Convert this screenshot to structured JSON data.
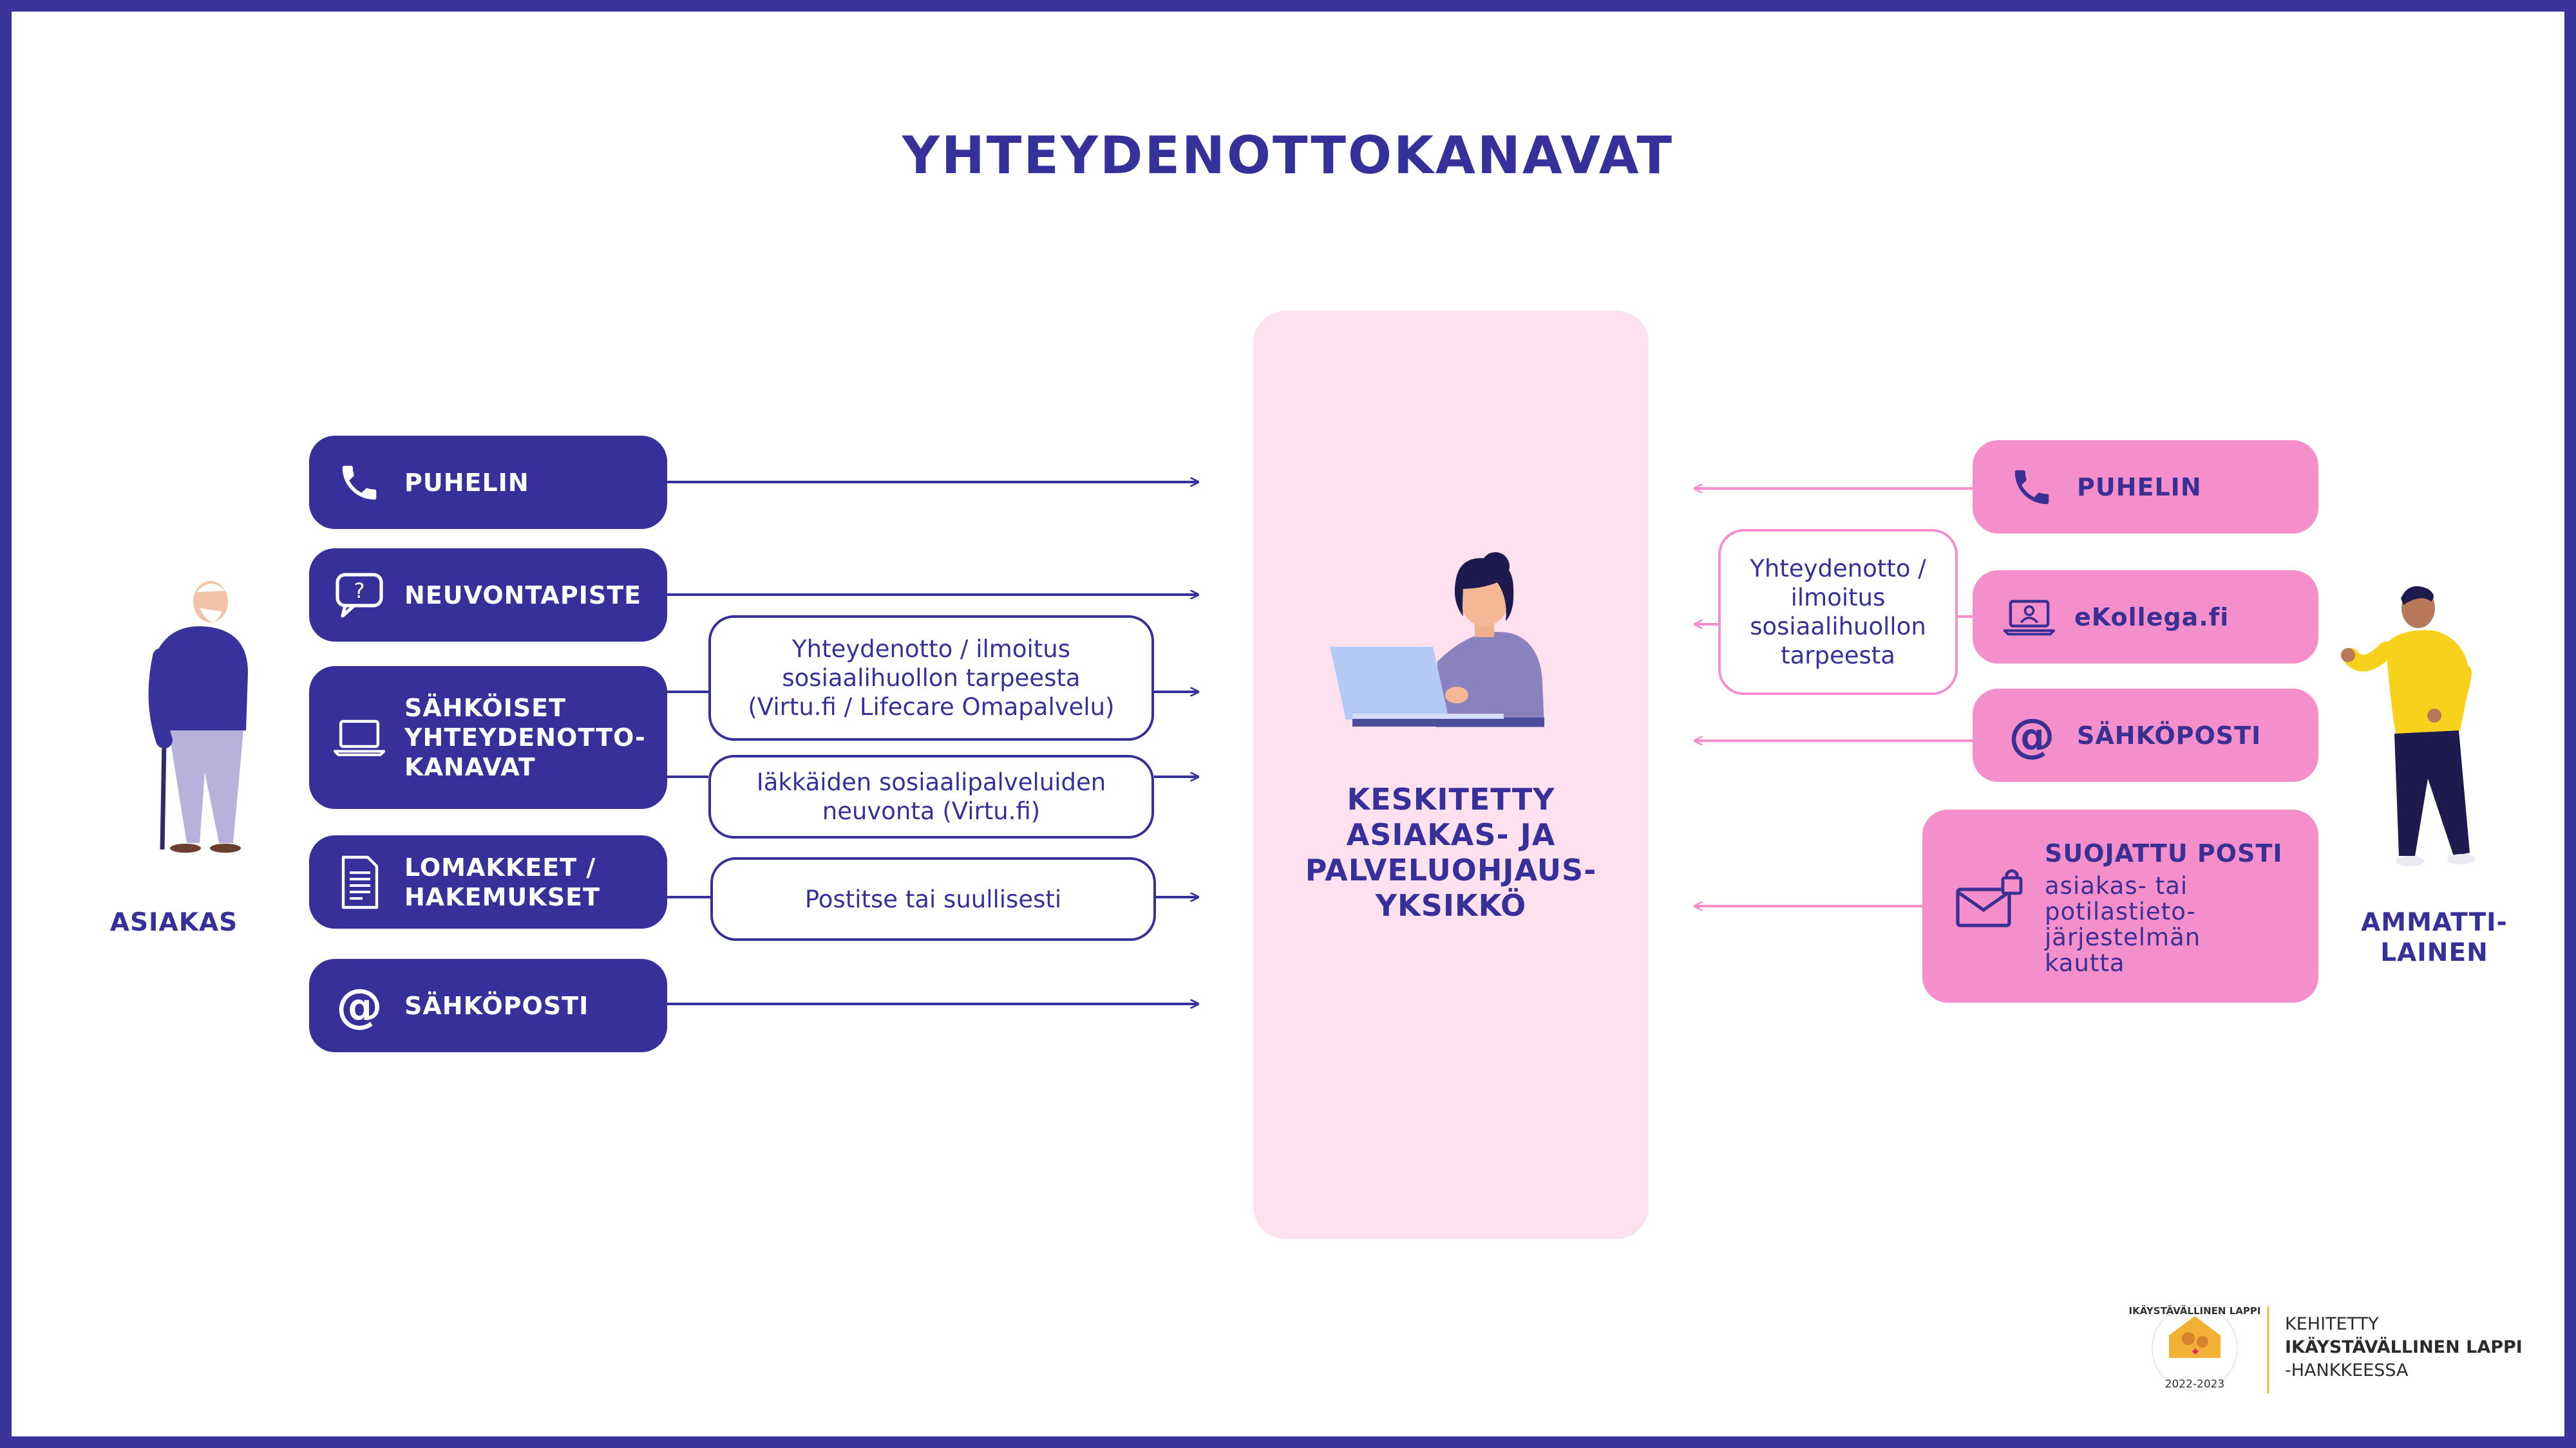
{
  "title": "YHTEYDENOTTOKANAVAT",
  "colors": {
    "brand_dark": "#37309a",
    "brand_pink": "#f48fcb",
    "panel_pink": "#fde1ef"
  },
  "left": {
    "person_label": "ASIAKAS",
    "channels": [
      {
        "label": "PUHELIN",
        "icon": "phone-icon"
      },
      {
        "label": "NEUVONTAPISTE",
        "icon": "question-bubble-icon"
      },
      {
        "label": "SÄHKÖISET\nYHTEYDENOTTO-\nKANAVAT",
        "icon": "laptop-icon"
      },
      {
        "label": "LOMAKKEET /\nHAKEMUKSET",
        "icon": "document-icon"
      },
      {
        "label": "SÄHKÖPOSTI",
        "icon": "at-icon"
      }
    ],
    "notes": [
      "Yhteydenotto / ilmoitus\nsosiaalihuollon tarpeesta\n(Virtu.fi / Lifecare Omapalvelu)",
      "Iäkkäiden sosiaalipalveluiden\nneuvonta (Virtu.fi)",
      "Postitse tai suullisesti"
    ]
  },
  "center": {
    "label": "KESKITETTY\nASIAKAS- JA\nPALVELUOHJAUS-\nYKSIKKÖ"
  },
  "right": {
    "person_label": "AMMATTI-\nLAINEN",
    "channels": [
      {
        "label": "PUHELIN",
        "icon": "phone-icon"
      },
      {
        "label": "eKollega.fi",
        "icon": "laptop-user-icon"
      },
      {
        "label": "SÄHKÖPOSTI",
        "icon": "at-icon"
      }
    ],
    "secure": {
      "title": "SUOJATTU POSTI",
      "text": "asiakas- tai\npotilastieto-\njärjestelmän\nkautta",
      "icon": "locked-envelope-icon"
    },
    "note": "Yhteydenotto /\nilmoitus\nsosiaalihuollon\ntarpeesta"
  },
  "footer": {
    "seal_text": "IKÄYSTÄVÄLLINEN LAPPI",
    "seal_years": "2022-2023",
    "line1": "KEHITETTY",
    "line2": "IKÄYSTÄVÄLLINEN LAPPI",
    "line3": "-HANKKEESSA"
  }
}
